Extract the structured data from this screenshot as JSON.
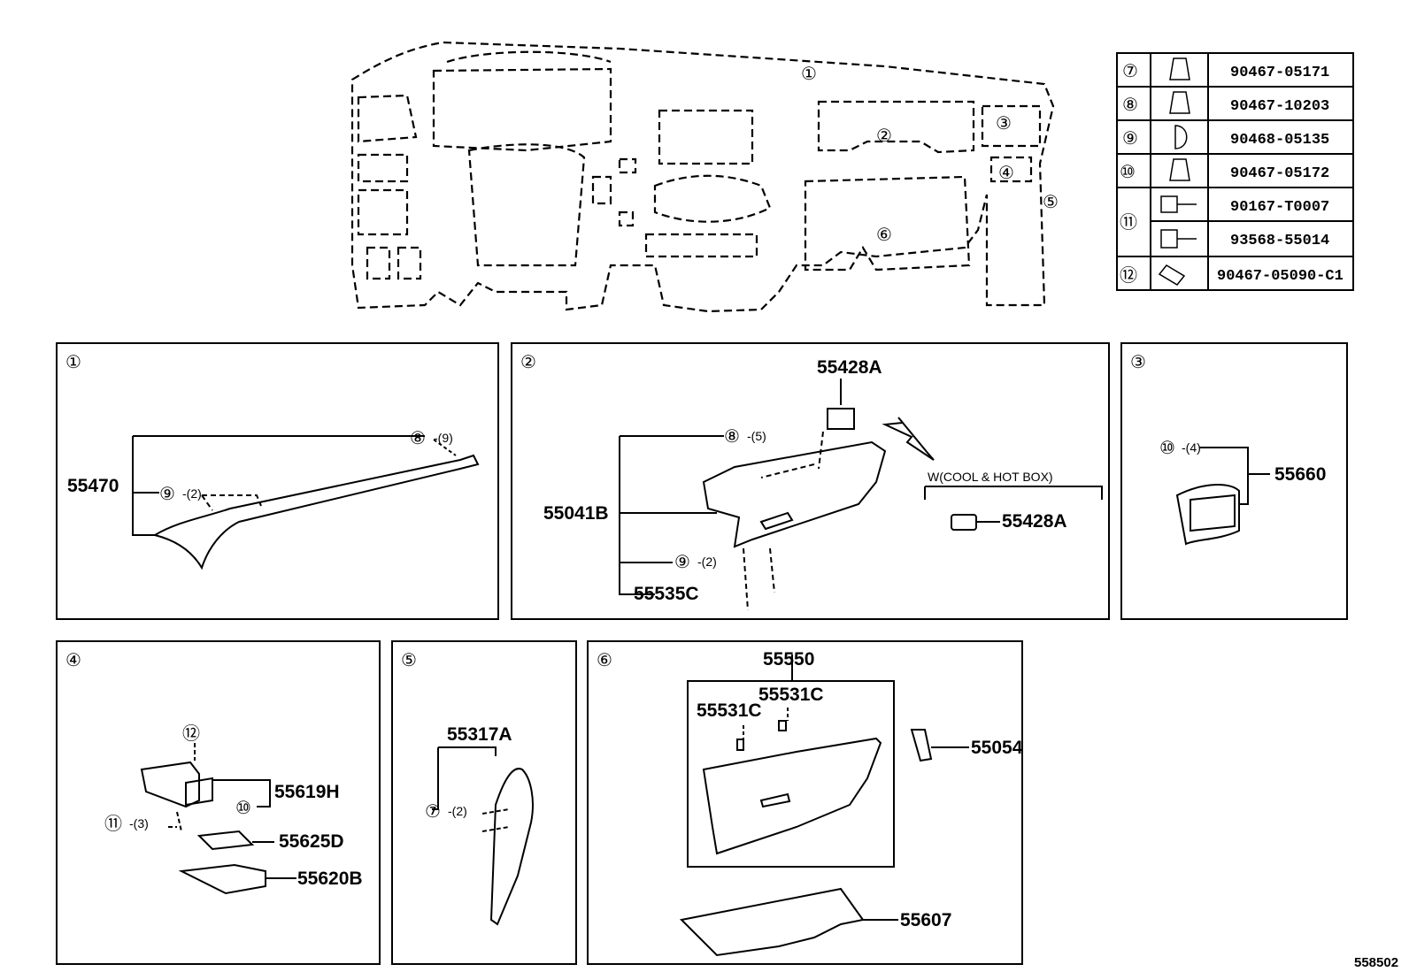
{
  "overview": {
    "callouts": [
      "①",
      "②",
      "③",
      "④",
      "⑤",
      "⑥"
    ]
  },
  "fastener_table": {
    "rows": [
      {
        "num": "⑦",
        "part": "90467-05171"
      },
      {
        "num": "⑧",
        "part": "90467-10203"
      },
      {
        "num": "⑨",
        "part": "90468-05135"
      },
      {
        "num": "⑩",
        "part": "90467-05172"
      },
      {
        "num": "⑪",
        "part": "90167-T0007"
      },
      {
        "num": "⑪",
        "part": "93568-55014"
      },
      {
        "num": "⑫",
        "part": "90467-05090-C1"
      }
    ]
  },
  "panel1": {
    "num": "①",
    "part": "55470",
    "clip_a": "⑧",
    "clip_a_qty": "-(9)",
    "clip_b": "⑨",
    "clip_b_qty": "-(2)"
  },
  "panel2": {
    "num": "②",
    "part_top": "55428A",
    "clip_a": "⑧",
    "clip_a_qty": "-(5)",
    "part_box": "55041B",
    "clip_b": "⑨",
    "clip_b_qty": "-(2)",
    "part_small": "55535C",
    "option": "W(COOL & HOT BOX)",
    "part_option": "55428A"
  },
  "panel3": {
    "num": "③",
    "clip": "⑩",
    "clip_qty": "-(4)",
    "part": "55660"
  },
  "panel4": {
    "num": "④",
    "clip_top": "⑫",
    "part_a": "55619H",
    "clip_mid": "⑩",
    "clip_left": "⑪",
    "clip_left_qty": "-(3)",
    "part_b": "55625D",
    "part_c": "55620B"
  },
  "panel5": {
    "num": "⑤",
    "part": "55317A",
    "clip": "⑦",
    "clip_qty": "-(2)"
  },
  "panel6": {
    "num": "⑥",
    "part_box": "55550",
    "part_c1": "55531C",
    "part_c2": "55531C",
    "part_hinge": "55054",
    "part_bottom": "55607"
  },
  "figure_ref": "558502"
}
